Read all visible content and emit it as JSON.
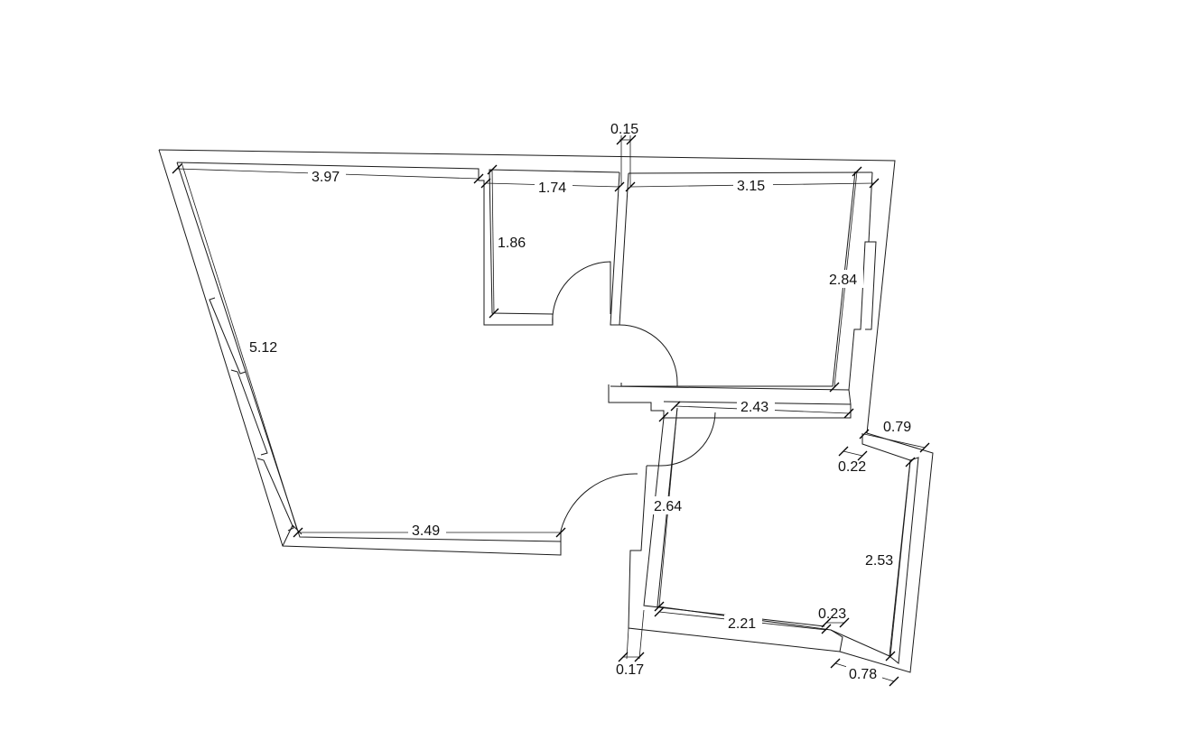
{
  "dimensions": {
    "top_left_wall": "3.97",
    "top_middle_wall": "1.74",
    "wall_thickness_top": "0.15",
    "top_right_wall": "3.15",
    "closet_depth": "1.86",
    "right_room_height": "2.84",
    "left_wall": "5.12",
    "corridor_wall": "2.43",
    "bottom_left_wall": "3.49",
    "bath_left_wall": "2.64",
    "bath_top_short": "0.79",
    "bath_offset": "0.22",
    "bath_right_wall": "2.53",
    "bath_bottom_wall": "2.21",
    "bath_bottom_offset": "0.23",
    "bath_bottom_right": "0.78",
    "bath_wall_thickness": "0.17"
  }
}
